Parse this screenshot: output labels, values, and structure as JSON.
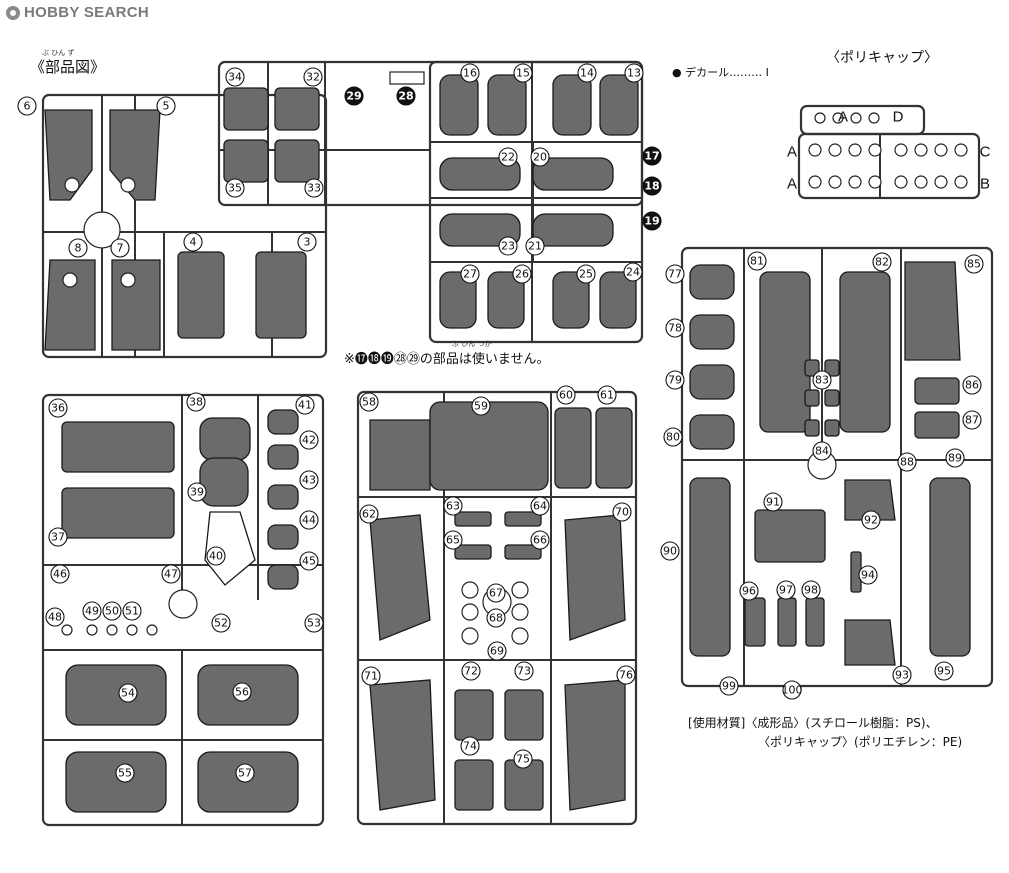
{
  "watermark": {
    "brand": "HOBBY SEARCH"
  },
  "header": {
    "title": "《部品図》",
    "title_ruby": "ぶ ひん ず",
    "decal_note": "● デカール……… Ⅰ",
    "polycap_title": "〈ポリキャップ〉"
  },
  "polycap": {
    "row_labels_left": [
      "A",
      "A",
      "A"
    ],
    "row_labels_top": [
      "A",
      "D"
    ],
    "row_labels_right": [
      "C",
      "B"
    ]
  },
  "notes": {
    "unused_parts": "※⓱⓲⓳㉘㉙の部品は使いません。",
    "unused_ruby": "ぶ ひん    つか",
    "material_line1": "[使用材質]〈成形品〉(スチロール樹脂：PS)、",
    "material_line2": "〈ポリキャップ〉(ポリエチレン：PE)"
  },
  "part_numbers": {
    "sprue_a": [
      "6",
      "5",
      "8",
      "7",
      "4",
      "3"
    ],
    "sprue_b": [
      "34",
      "32",
      "35",
      "33",
      "29",
      "28",
      "16",
      "15",
      "14",
      "13",
      "22",
      "20",
      "17",
      "18",
      "23",
      "21",
      "19",
      "27",
      "26",
      "25",
      "24"
    ],
    "sprue_c": [
      "36",
      "38",
      "41",
      "42",
      "43",
      "39",
      "37",
      "44",
      "40",
      "45",
      "46",
      "47",
      "48",
      "49",
      "50",
      "51",
      "52",
      "53",
      "54",
      "56",
      "55",
      "57"
    ],
    "sprue_d": [
      "58",
      "59",
      "60",
      "61",
      "62",
      "63",
      "64",
      "70",
      "65",
      "66",
      "67",
      "68",
      "69",
      "71",
      "72",
      "73",
      "76",
      "74",
      "75"
    ],
    "sprue_e": [
      "77",
      "81",
      "82",
      "85",
      "78",
      "83",
      "79",
      "86",
      "80",
      "87",
      "84",
      "88",
      "89",
      "91",
      "92",
      "90",
      "94",
      "96",
      "97",
      "98",
      "93",
      "95",
      "99",
      "100"
    ]
  },
  "icons": {
    "logo": "hobby-search-logo-icon"
  }
}
